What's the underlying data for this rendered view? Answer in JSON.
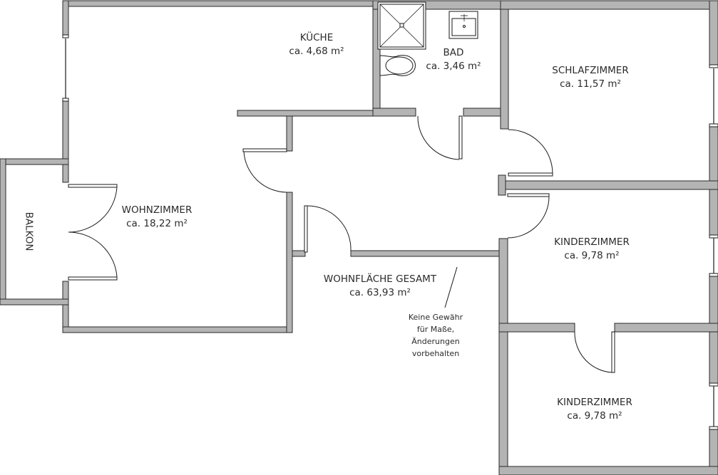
{
  "floorplan": {
    "rooms": [
      {
        "id": "kueche",
        "name": "KÜCHE",
        "area": "ca. 4,68 m²"
      },
      {
        "id": "bad",
        "name": "BAD",
        "area": "ca. 3,46 m²"
      },
      {
        "id": "schlafzimmer",
        "name": "SCHLAFZIMMER",
        "area": "ca. 11,57 m²"
      },
      {
        "id": "wohnzimmer",
        "name": "WOHNZIMMER",
        "area": "ca. 18,22 m²"
      },
      {
        "id": "kinderzimmer-1",
        "name": "KINDERZIMMER",
        "area": "ca. 9,78 m²"
      },
      {
        "id": "kinderzimmer-2",
        "name": "KINDERZIMMER",
        "area": "ca. 9,78 m²"
      }
    ],
    "balcony": {
      "name": "BALKON"
    },
    "total": {
      "label": "WOHNFLÄCHE GESAMT",
      "area": "ca. 63,93 m²"
    },
    "disclaimer": {
      "lines": [
        "Keine Gewähr",
        "für Maße,",
        "Änderungen",
        "vorbehalten"
      ]
    },
    "colors": {
      "wall_fill": "#b4b4b4",
      "wall_stroke": "#2a2a2a",
      "background": "#ffffff",
      "text": "#2b2b2b"
    }
  }
}
